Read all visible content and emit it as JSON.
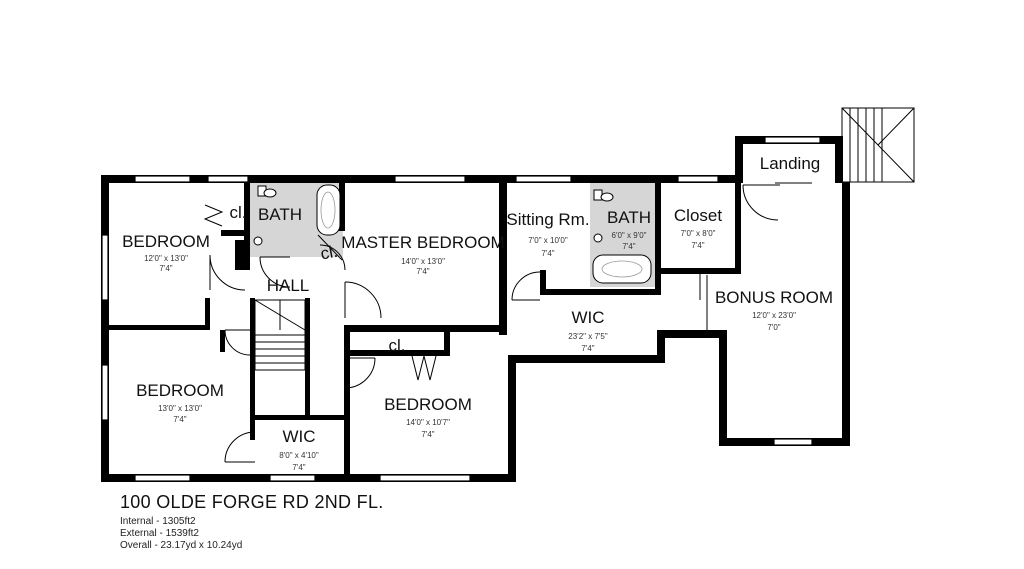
{
  "plan": {
    "address": "100 OLDE FORGE RD 2ND FL.",
    "stats": [
      "Internal - 1305ft2",
      "External - 1539ft2",
      "Overall - 23.17yd x 10.24yd"
    ]
  },
  "rooms": {
    "bedroom_nw": {
      "name": "BEDROOM",
      "dims": "12'0\" x 13'0\"",
      "height": "7'4\""
    },
    "bedroom_sw": {
      "name": "BEDROOM",
      "dims": "13'0\" x 13'0\"",
      "height": "7'4\""
    },
    "bedroom_s": {
      "name": "BEDROOM",
      "dims": "14'0\" x 10'7\"",
      "height": "7'4\""
    },
    "master": {
      "name": "MASTER BEDROOM",
      "dims": "14'0\" x 13'0\"",
      "height": "7'4\""
    },
    "sitting": {
      "name": "Sitting Rm.",
      "dims": "7'0\" x 10'0\"",
      "height": "7'4\""
    },
    "bath_e": {
      "name": "BATH",
      "dims": "6'0\" x 9'0\"",
      "height": "7'4\""
    },
    "bath_w": {
      "name": "BATH"
    },
    "closet": {
      "name": "Closet",
      "dims": "7'0\" x 8'0\"",
      "height": "7'4\""
    },
    "landing": {
      "name": "Landing"
    },
    "bonus": {
      "name": "BONUS ROOM",
      "dims": "12'0\" x 23'0\"",
      "height": "7'0\""
    },
    "wic_master": {
      "name": "WIC",
      "dims": "23'2\" x 7'5\"",
      "height": "7'4\""
    },
    "wic_sw": {
      "name": "WIC",
      "dims": "8'0\" x 4'10\"",
      "height": "7'4\""
    },
    "hall": {
      "name": "HALL"
    },
    "closet_nw": {
      "name": "cl."
    },
    "closet_hall": {
      "name": "cl."
    },
    "closet_s": {
      "name": "cl."
    }
  },
  "colors": {
    "walls": "#000000",
    "bath_floor": "#d6d6d6",
    "background": "#ffffff"
  }
}
